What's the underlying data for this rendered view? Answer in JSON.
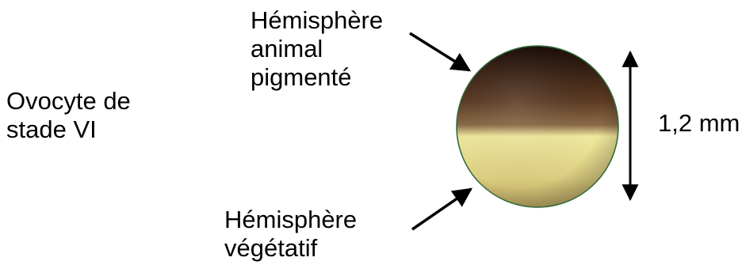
{
  "title": {
    "lines": [
      "Ovocyte de",
      "stade VI"
    ]
  },
  "animal_hemisphere": {
    "lines": [
      "Hémisphère",
      "animal",
      "pigmenté"
    ]
  },
  "vegetal_hemisphere": {
    "lines": [
      "Hémisphère",
      "végétatif"
    ]
  },
  "measurement": {
    "label": "1,2 mm"
  },
  "colors": {
    "animal_pole_dark": "#1a0c07",
    "animal_pole_mid": "#5b3a24",
    "equator_light": "#8a6a47",
    "vegetal_pole_light": "#f1e99f",
    "vegetal_pole_mid": "#dccd80",
    "vegetal_pole_shadow": "#b6a15f",
    "outline": "#2f6a3a",
    "arrow": "#000000"
  }
}
